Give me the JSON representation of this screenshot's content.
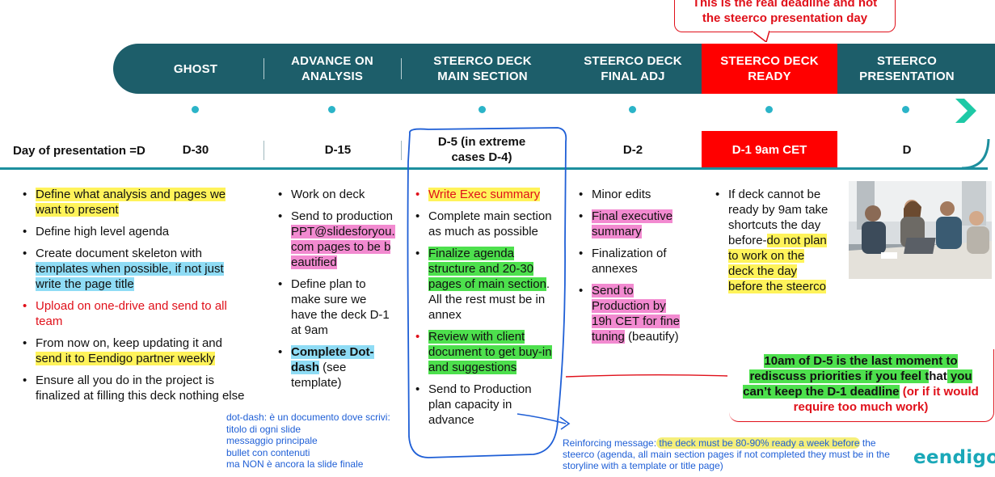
{
  "callout": {
    "line1": "This is the real deadline and not",
    "line2": "the steerco presentation day"
  },
  "phases": [
    {
      "line1": "GHOST",
      "line2": ""
    },
    {
      "line1": "ADVANCE ON",
      "line2": "ANALYSIS"
    },
    {
      "line1": "STEERCO DECK",
      "line2": "MAIN SECTION"
    },
    {
      "line1": "STEERCO DECK",
      "line2": "FINAL ADJ"
    },
    {
      "line1": "STEERCO DECK",
      "line2": "READY"
    },
    {
      "line1": "STEERCO",
      "line2": "PRESENTATION"
    }
  ],
  "day_row": {
    "label": "Day of presentation =D",
    "days": [
      {
        "line1": "D-30",
        "line2": ""
      },
      {
        "line1": "D-15",
        "line2": ""
      },
      {
        "line1": "D-5 (in extreme",
        "line2": "cases D-4)"
      },
      {
        "line1": "D-2",
        "line2": ""
      },
      {
        "line1": "D-1 9am CET",
        "line2": ""
      },
      {
        "line1": "D",
        "line2": ""
      }
    ]
  },
  "col_d30": {
    "b1": "Define what analysis and pages we want to present",
    "b2": "Define high level agenda",
    "b3a": "Create document skeleton with ",
    "b3b": "templates when possible, if not just write the page title",
    "b4": "Upload on one-drive and send to all team",
    "b5a": "From now on, keep updating it and ",
    "b5b": "send it to Eendigo partner weekly",
    "b6": "Ensure all you do in the project is finalized at filling this deck nothing else"
  },
  "col_d15": {
    "b1": "Work on deck",
    "b2a": "Send to production ",
    "b2b": "PPT@slidesforyou.com pages to be beautified",
    "b3": "Define plan to make sure we have the deck D-1 at 9am",
    "b4a": "Complete Dot-dash",
    "b4b": " (see template)"
  },
  "col_d5": {
    "b1": "Write Exec summary",
    "b2": "Complete main section as much as possible",
    "b3a": "Finalize agenda structure and 20-30 pages of main section",
    "b3b": ". All the rest must be in annex",
    "b4": "Review with client document to get buy-in and suggestions",
    "b5": "Send to Production plan capacity in advance"
  },
  "col_d2": {
    "b1": "Minor edits",
    "b2": "Final executive summary",
    "b3": "Finalization of annexes",
    "b4a": "Send to Production by 19h CET  for fine tuning",
    "b4b": " (beautify)"
  },
  "col_d1": {
    "b1a": "If deck cannot be ready by 9am take shortcuts the day before-",
    "b1b": "do not plan to work on the deck the day before the steerco"
  },
  "annotation_dotdash": [
    "dot-dash: è un documento dove scrivi:",
    "titolo di ogni slide",
    "messaggio principale",
    "bullet con contenuti",
    " ma NON è ancora la slide finale"
  ],
  "ten_am": {
    "a": "10am of D-5 is  the last moment to rediscuss priorities if you feel t",
    "b": "hat",
    "c": " you can’t keep the D-1 deadline",
    "d": " (or if it would require too much work)"
  },
  "reinforce": {
    "a": "Reinforcing message:",
    "b": " the deck must be 80-90% ready a week before",
    "c": " the steerco (agenda, all  main section pages if not completed they must be in the storyline with a template or title page)"
  },
  "logo": "eendigo",
  "colors": {
    "band": "#1d5e6a",
    "accent_red": "#ff0000",
    "dot": "#2bb4c8",
    "handwriting_blue": "#1f5fd6"
  }
}
